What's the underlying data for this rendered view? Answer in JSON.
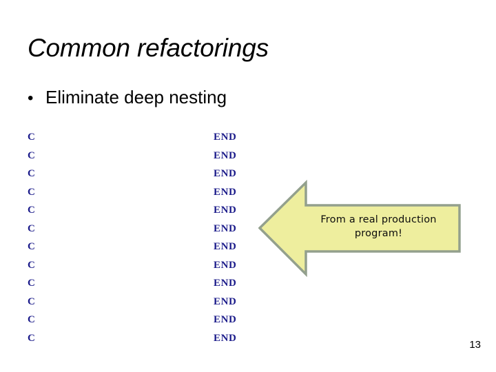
{
  "slide": {
    "title": "Common refactorings",
    "bullets": [
      {
        "marker": "•",
        "text": "Eliminate deep nesting"
      }
    ],
    "page_number": "13",
    "background_color": "#ffffff"
  },
  "code_sample": {
    "language_hint": "COBOL",
    "text_color": "#1b1b8a",
    "left_column": {
      "label": "C",
      "lines": [
        "C",
        "C",
        "C",
        "C",
        "C",
        "C",
        "C",
        "C",
        "C",
        "C",
        "C",
        "C"
      ],
      "count": 12,
      "joined": "C\nC\nC\nC\nC\nC\nC\nC\nC\nC\nC\nC"
    },
    "right_column": {
      "label": "END",
      "lines": [
        "END",
        "END",
        "END",
        "END",
        "END",
        "END",
        "END",
        "END",
        "END",
        "END",
        "END",
        "END"
      ],
      "count": 12,
      "joined": "END\nEND\nEND\nEND\nEND\nEND\nEND\nEND\nEND\nEND\nEND\nEND"
    }
  },
  "callout": {
    "shape": "left-arrow",
    "lines": [
      "From a real production",
      "program!"
    ],
    "full_text": "From a real production program!",
    "fill_color": "#eeee9e",
    "border_color": "#93a08d",
    "text_color": "#0c0c0c"
  }
}
